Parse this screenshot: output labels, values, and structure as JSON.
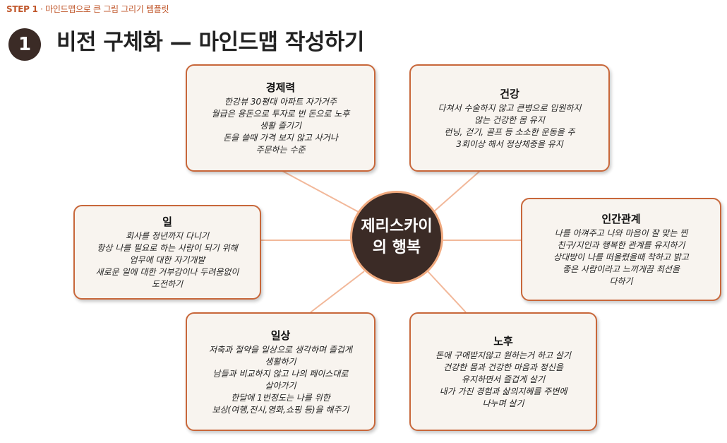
{
  "header": {
    "step_label": "STEP 1",
    "step_sub": " · 마인드맵으로 큰 그림 그리기 템플릿",
    "number": "1",
    "title": "비전 구체화 — 마인드맵 작성하기"
  },
  "center": {
    "text": "제리스카이\n의 행복"
  },
  "nodes": {
    "economy": {
      "title": "경제력",
      "lines": [
        "한강뷰 30평대 아파트 자가거주",
        "월급은 용돈으로 투자로 번 돈으로 노후",
        "생활 즐기기",
        "돈을 쓸때 가격 보지 않고 사거나",
        "주문하는 수준"
      ]
    },
    "health": {
      "title": "건강",
      "lines": [
        "다쳐서 수술하지 않고 큰병으로 입원하지",
        "않는 건강한 몸 유지",
        "런닝, 걷기, 골프 등 소소한 운동을 주",
        "3회이상 해서 정상체중을 유지"
      ]
    },
    "work": {
      "title": "일",
      "lines": [
        "회사를 정년까지 다니기",
        "항상 나를 필요로 하는 사람이 되기 위해",
        "업무에 대한 자기개발",
        "새로운 일에 대한 거부감이나 두려움없이",
        "도전하기"
      ]
    },
    "relations": {
      "title": "인간관계",
      "lines": [
        "나를 아껴주고 나와 마음이 잘 맞는 찐",
        "친구/지인과 행복한 관계를 유지하기",
        "상대방이 나를 떠올렸을때 착하고 밝고",
        "좋은 사람이라고 느끼게끔 최선을",
        "다하기"
      ]
    },
    "daily": {
      "title": "일상",
      "lines": [
        "저축과 절약을 일상으로 생각하며 즐겁게",
        "생활하기",
        "남들과 비교하지 않고 나의 페이스대로",
        "살아가기",
        "한달에 1번정도는 나를 위한",
        "보상(여행,전시,영화,쇼핑 등)을 해주기"
      ]
    },
    "retirement": {
      "title": "노후",
      "lines": [
        "돈에 구애받지않고 원하는거 하고 살기",
        "건강한 몸과 건강한 마음과 정신을",
        "유지하면서 즐겁게 살기",
        "내가 가진 경험과 삶의지혜를 주변에",
        "나누며 살기"
      ]
    }
  },
  "colors": {
    "accent": "#c0562a",
    "center_fill": "#3b2b26",
    "line": "#f2b89a",
    "box_fill": "#f8f4ef",
    "box_border": "#c8673a"
  }
}
